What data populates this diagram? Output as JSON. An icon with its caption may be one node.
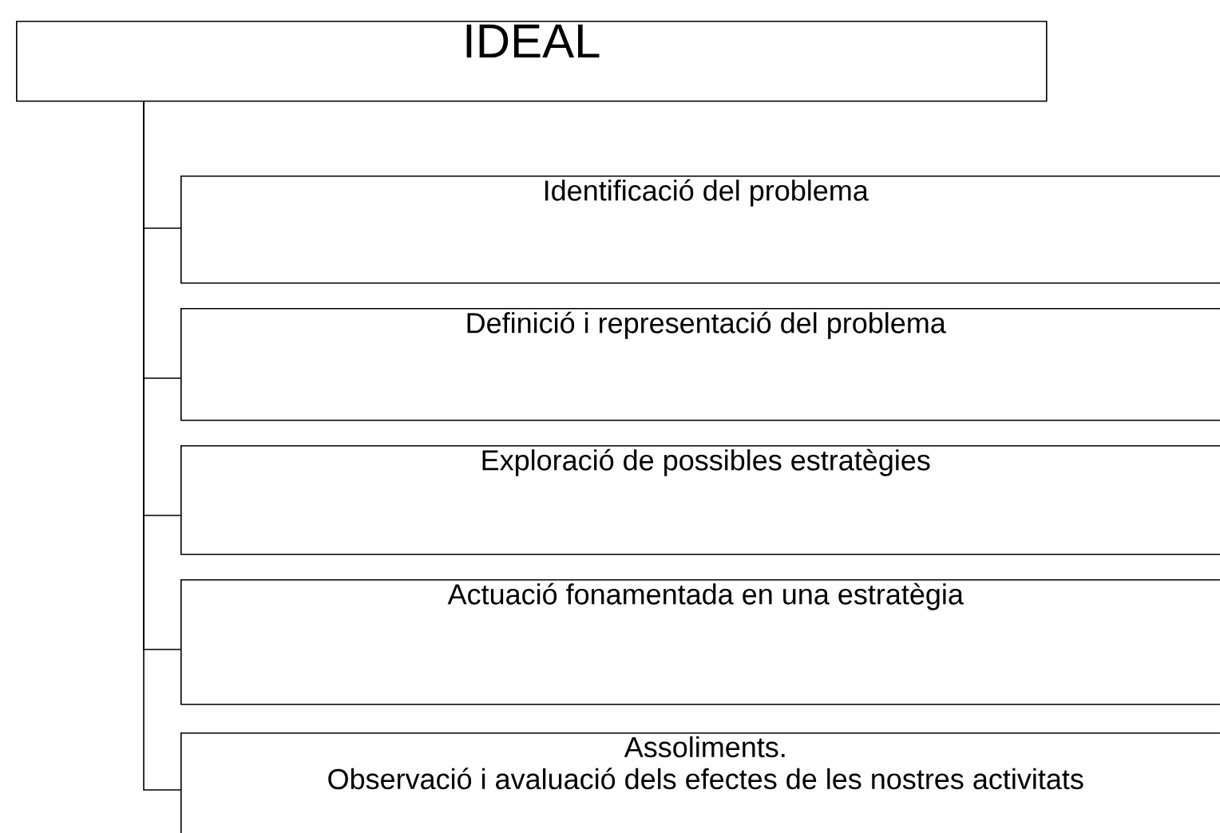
{
  "diagram": {
    "nodes": [
      {
        "text": [
          "IDEAL"
        ]
      },
      {
        "text": [
          "Identificació del problema"
        ]
      },
      {
        "text": [
          "Definició i representació del problema"
        ]
      },
      {
        "text": [
          "Exploració de possibles estratègies"
        ]
      },
      {
        "text": [
          "Actuació fonamentada en una estratègia"
        ]
      },
      {
        "text": [
          "Assoliments.",
          "Observació i avaluació dels efectes de les nostres activitats"
        ]
      }
    ],
    "edges": [
      {
        "from": 0,
        "to": 1,
        "arrow": "none"
      },
      {
        "from": 0,
        "to": 2,
        "arrow": "none"
      },
      {
        "from": 0,
        "to": 3,
        "arrow": "none"
      },
      {
        "from": 0,
        "to": 4,
        "arrow": "none"
      },
      {
        "from": 0,
        "to": 5,
        "arrow": "none"
      }
    ]
  }
}
